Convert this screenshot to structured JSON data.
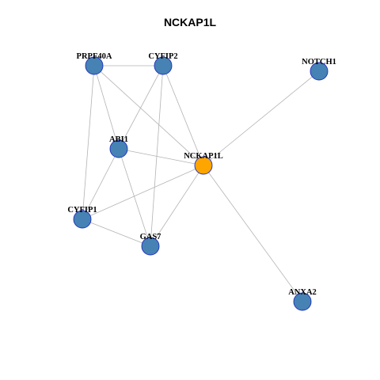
{
  "title": "NCKAP1L",
  "colors": {
    "node_default": "#4682b4",
    "node_highlight": "#ffa500",
    "node_border": "#1f2fbf",
    "edge": "#b3b3b3"
  },
  "nodes": [
    {
      "id": "PRPF40A",
      "label": "PRPF40A",
      "highlight": false
    },
    {
      "id": "CYFIP2",
      "label": "CYFIP2",
      "highlight": false
    },
    {
      "id": "NOTCH1",
      "label": "NOTCH1",
      "highlight": false
    },
    {
      "id": "ABI1",
      "label": "ABI1",
      "highlight": false
    },
    {
      "id": "NCKAP1L",
      "label": "NCKAP1L",
      "highlight": true
    },
    {
      "id": "CYFIP1",
      "label": "CYFIP1",
      "highlight": false
    },
    {
      "id": "GAS7",
      "label": "GAS7",
      "highlight": false
    },
    {
      "id": "ANXA2",
      "label": "ANXA2",
      "highlight": false
    }
  ],
  "edges": [
    [
      "PRPF40A",
      "CYFIP2"
    ],
    [
      "PRPF40A",
      "ABI1"
    ],
    [
      "PRPF40A",
      "CYFIP1"
    ],
    [
      "PRPF40A",
      "NCKAP1L"
    ],
    [
      "CYFIP2",
      "ABI1"
    ],
    [
      "CYFIP2",
      "NCKAP1L"
    ],
    [
      "CYFIP2",
      "GAS7"
    ],
    [
      "NOTCH1",
      "NCKAP1L"
    ],
    [
      "ABI1",
      "NCKAP1L"
    ],
    [
      "ABI1",
      "CYFIP1"
    ],
    [
      "ABI1",
      "GAS7"
    ],
    [
      "NCKAP1L",
      "CYFIP1"
    ],
    [
      "NCKAP1L",
      "GAS7"
    ],
    [
      "NCKAP1L",
      "ANXA2"
    ],
    [
      "CYFIP1",
      "GAS7"
    ]
  ]
}
